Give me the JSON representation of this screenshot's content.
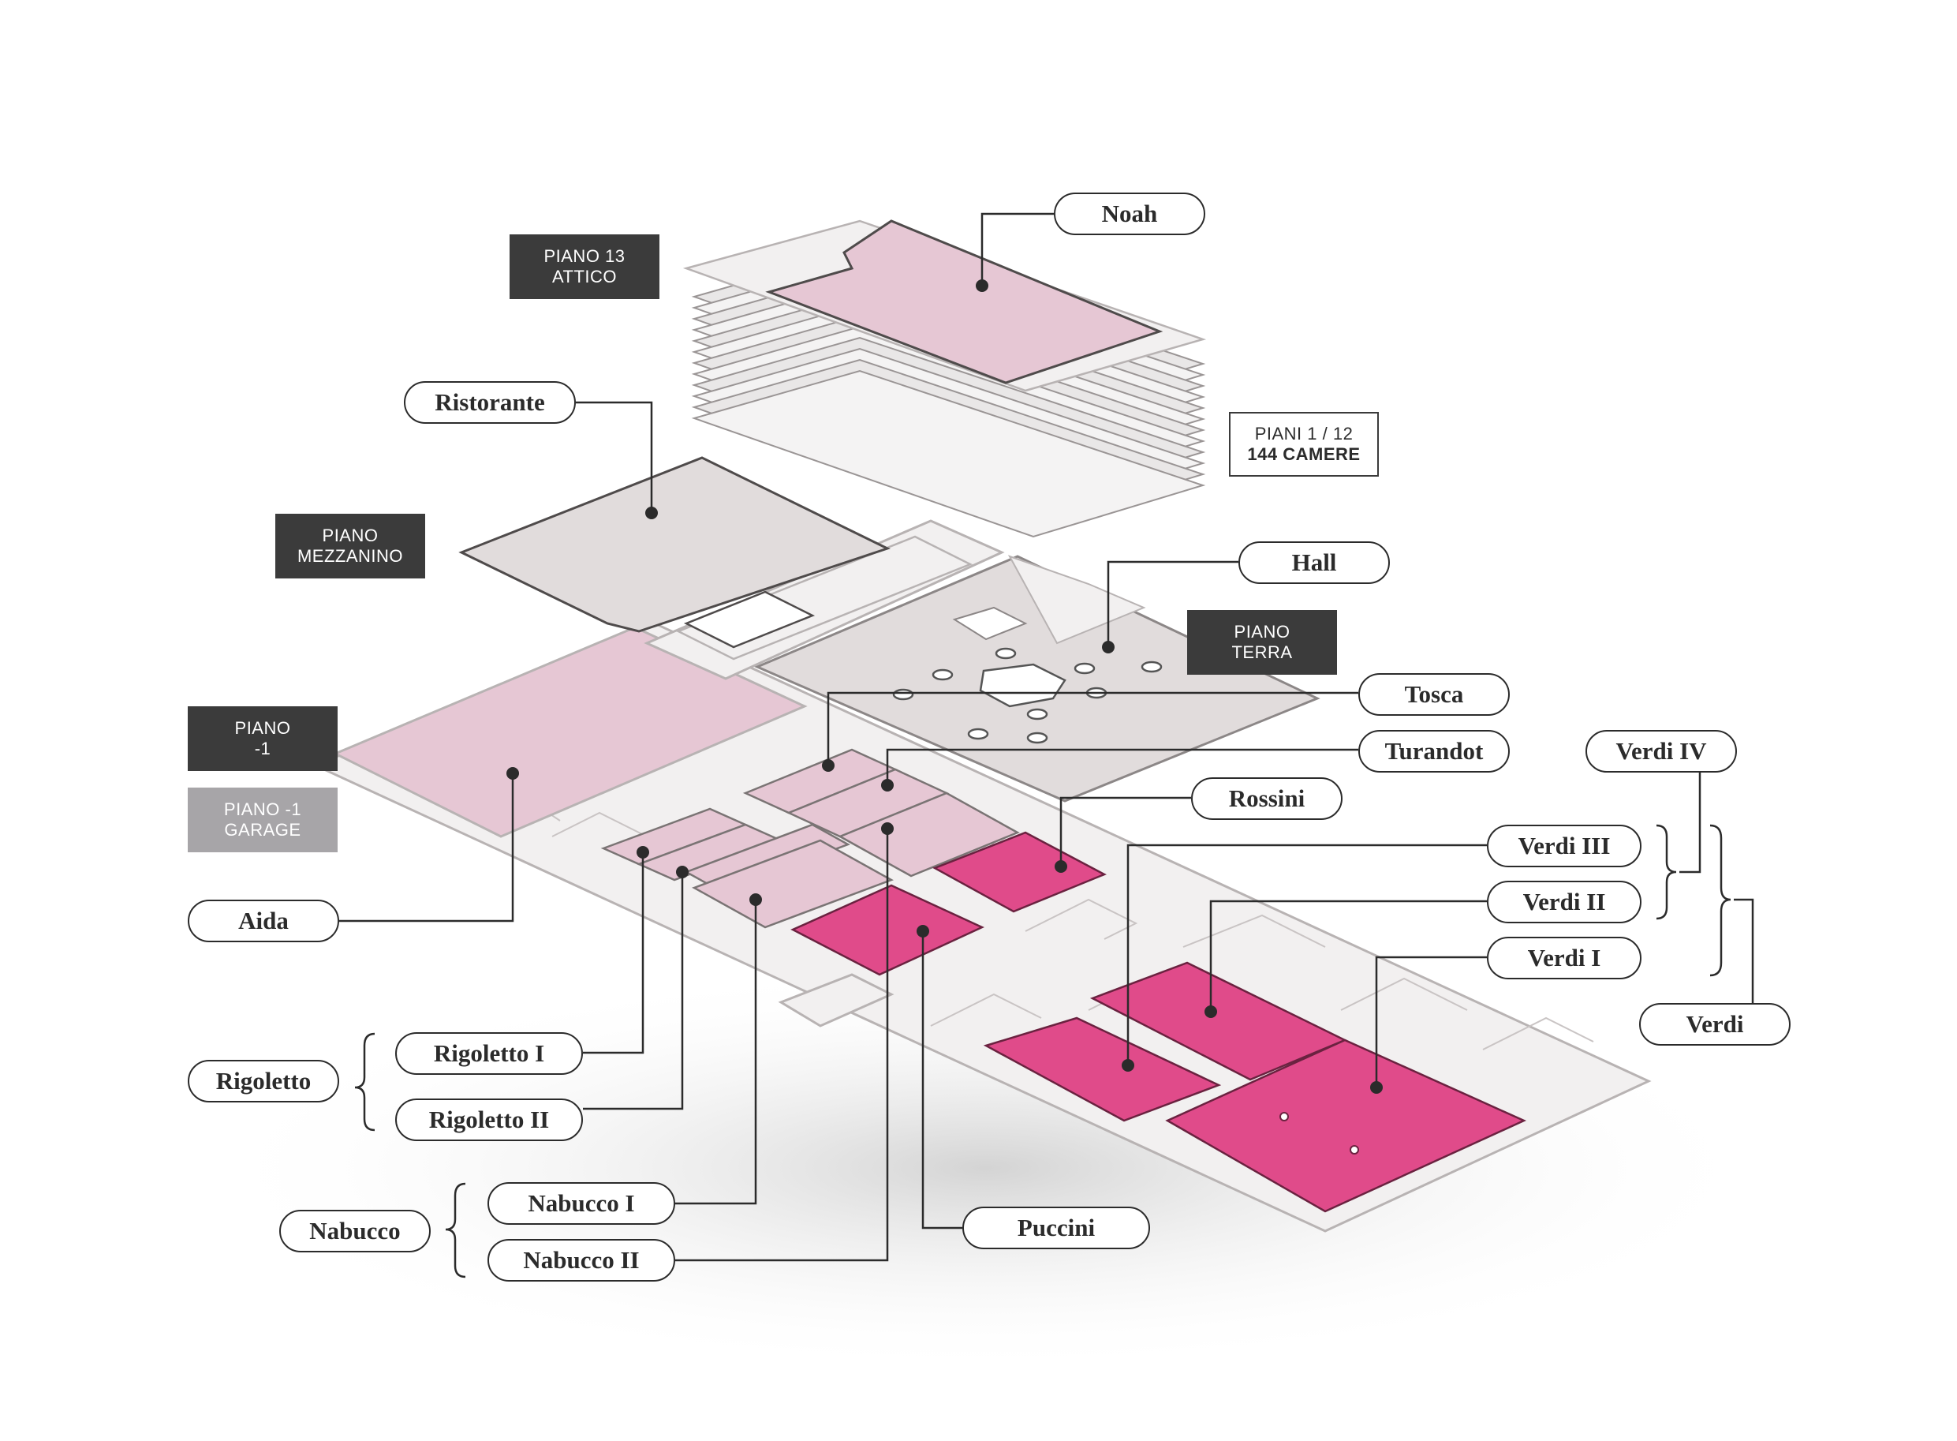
{
  "colors": {
    "room_light": "#e6c7d4",
    "room_strong": "#e04b8a",
    "floor_grey": "#e1dcdc",
    "floor_outline": "#b8b3b3",
    "plan_light": "#f2f0f0",
    "ink": "#2b2b2b",
    "tag_dark": "#3b3b3b",
    "tag_grey": "#a7a5a8"
  },
  "floor_tags": {
    "piano13": [
      "PIANO 13",
      "ATTICO"
    ],
    "piani_camere": [
      "PIANI 1 / 12",
      "144 CAMERE"
    ],
    "mezzanino": [
      "PIANO",
      "MEZZANINO"
    ],
    "terra": [
      "PIANO",
      "TERRA"
    ],
    "piano_meno1": [
      "PIANO",
      "-1"
    ],
    "garage": [
      "PIANO -1",
      "GARAGE"
    ]
  },
  "rooms": {
    "noah": "Noah",
    "ristorante": "Ristorante",
    "hall": "Hall",
    "tosca": "Tosca",
    "turandot": "Turandot",
    "rossini": "Rossini",
    "verdi_iv": "Verdi IV",
    "verdi_iii": "Verdi III",
    "verdi_ii": "Verdi II",
    "verdi_i": "Verdi I",
    "verdi": "Verdi",
    "aida": "Aida",
    "rigoletto": "Rigoletto",
    "rigoletto_i": "Rigoletto I",
    "rigoletto_ii": "Rigoletto II",
    "nabucco": "Nabucco",
    "nabucco_i": "Nabucco I",
    "nabucco_ii": "Nabucco II",
    "puccini": "Puccini"
  }
}
